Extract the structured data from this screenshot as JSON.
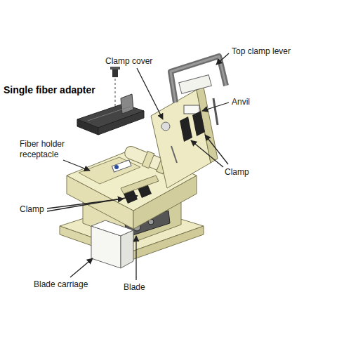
{
  "diagram": {
    "labels": [
      "Clamp cover",
      "Top clamp lever",
      "Single fiber adapter",
      "Anvil",
      "Fiber holder receptacle",
      "Clamp",
      "Clamp",
      "Blade carriage",
      "Blade"
    ]
  }
}
